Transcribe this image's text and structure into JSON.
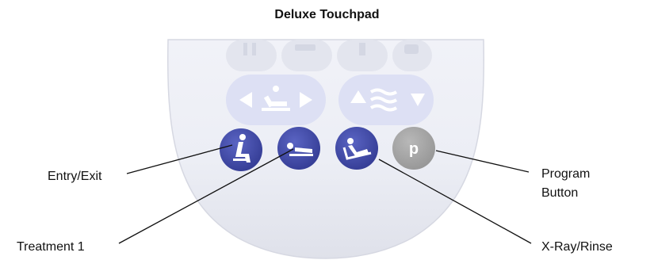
{
  "title": "Deluxe Touchpad",
  "callouts": {
    "entry_exit": "Entry/Exit",
    "treatment_1": "Treatment 1",
    "program_line1": "Program",
    "program_line2": "Button",
    "xray_rinse": "X-Ray/Rinse"
  },
  "buttons": {
    "program_letter": "p"
  },
  "colors": {
    "button_blue": "#3f48a8",
    "button_gray": "#a6a6a6",
    "pad_body": "#e9ebf3",
    "faded_button": "#dfe2f3",
    "callout_line": "#111111"
  }
}
